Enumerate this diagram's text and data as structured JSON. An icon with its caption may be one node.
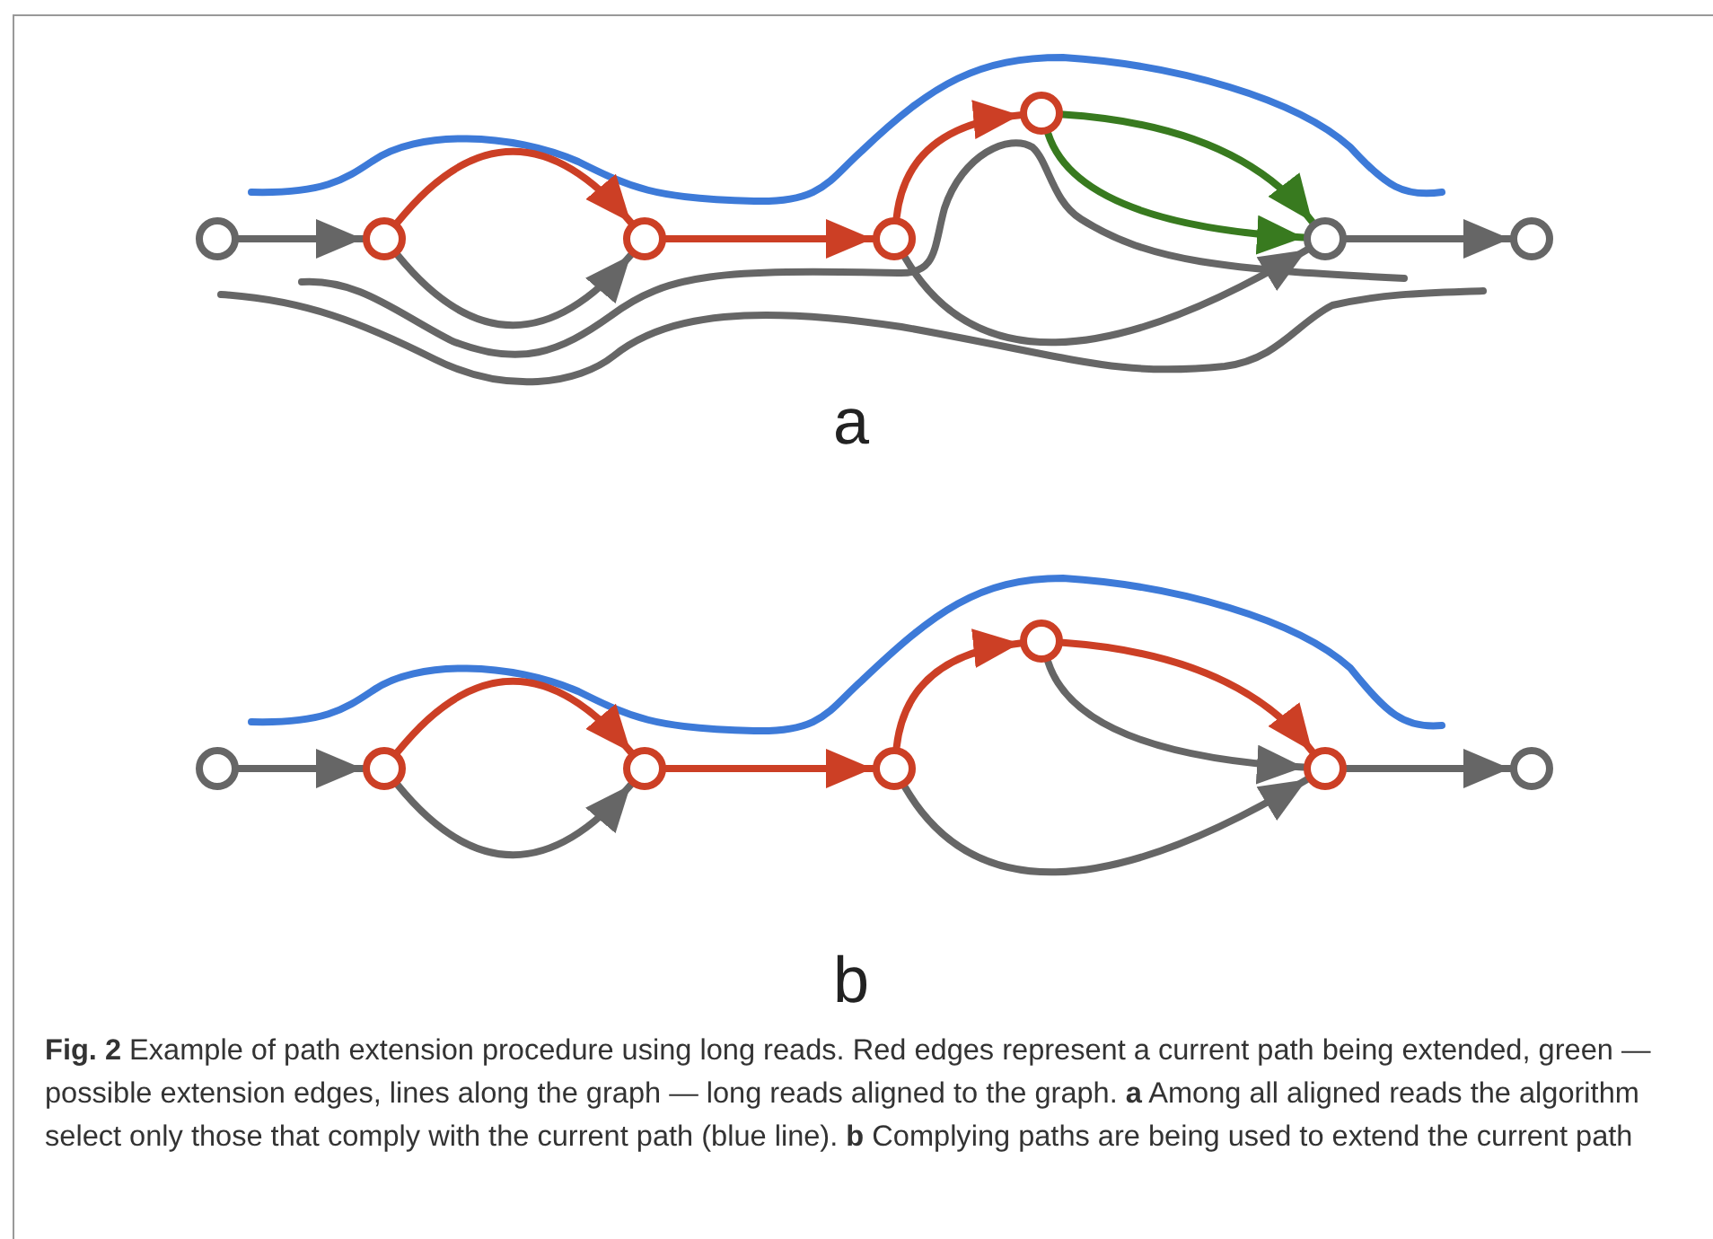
{
  "diagram": {
    "caption": "**Fig. 2** Example of path extension procedure using long reads. Red edges represent a current path being extended, green — possible extension edges, lines along the graph — long reads aligned to the graph. **a** Among all aligned reads the algorithm select only those that comply with the current path (blue line). **b** Complying paths are being used to extend the current path",
    "nodes": [
      {
        "text": [],
        "shape": "circle"
      },
      {
        "text": [],
        "shape": "circle"
      },
      {
        "text": [],
        "shape": "circle"
      },
      {
        "text": [],
        "shape": "circle"
      },
      {
        "text": [],
        "shape": "circle"
      },
      {
        "text": [],
        "shape": "circle"
      },
      {
        "text": [],
        "shape": "circle"
      },
      {
        "text": [],
        "shape": "circle"
      },
      {
        "text": [],
        "shape": "circle"
      },
      {
        "text": [],
        "shape": "circle"
      },
      {
        "text": [],
        "shape": "circle"
      },
      {
        "text": [],
        "shape": "circle"
      },
      {
        "text": [],
        "shape": "circle"
      },
      {
        "text": [],
        "shape": "circle"
      }
    ],
    "edges": [
      {
        "from": 0,
        "to": 1,
        "arrow": "to"
      },
      {
        "from": 1,
        "to": 2,
        "arrow": "to",
        "color": "#cc3f25"
      },
      {
        "from": 1,
        "to": 2,
        "arrow": "to"
      },
      {
        "from": 2,
        "to": 3,
        "arrow": "to",
        "color": "#cc3f25"
      },
      {
        "from": 3,
        "to": 4,
        "arrow": "to",
        "color": "#cc3f25"
      },
      {
        "from": 4,
        "to": 5,
        "arrow": "to",
        "color": "#387a1f"
      },
      {
        "from": 4,
        "to": 5,
        "arrow": "to",
        "color": "#387a1f"
      },
      {
        "from": 3,
        "to": 5,
        "arrow": "to"
      },
      {
        "from": 5,
        "to": 6,
        "arrow": "to"
      },
      {
        "from": 7,
        "to": 8,
        "arrow": "to"
      },
      {
        "from": 8,
        "to": 9,
        "arrow": "to",
        "color": "#cc3f25"
      },
      {
        "from": 8,
        "to": 9,
        "arrow": "to"
      },
      {
        "from": 9,
        "to": 10,
        "arrow": "to",
        "color": "#cc3f25"
      },
      {
        "from": 10,
        "to": 11,
        "arrow": "to",
        "color": "#cc3f25"
      },
      {
        "from": 11,
        "to": 12,
        "arrow": "to",
        "color": "#cc3f25"
      },
      {
        "from": 11,
        "to": 12,
        "arrow": "to"
      },
      {
        "from": 10,
        "to": 12,
        "arrow": "to"
      },
      {
        "from": 12,
        "to": 13,
        "arrow": "to"
      }
    ],
    "labels": [
      "a",
      "b"
    ]
  }
}
